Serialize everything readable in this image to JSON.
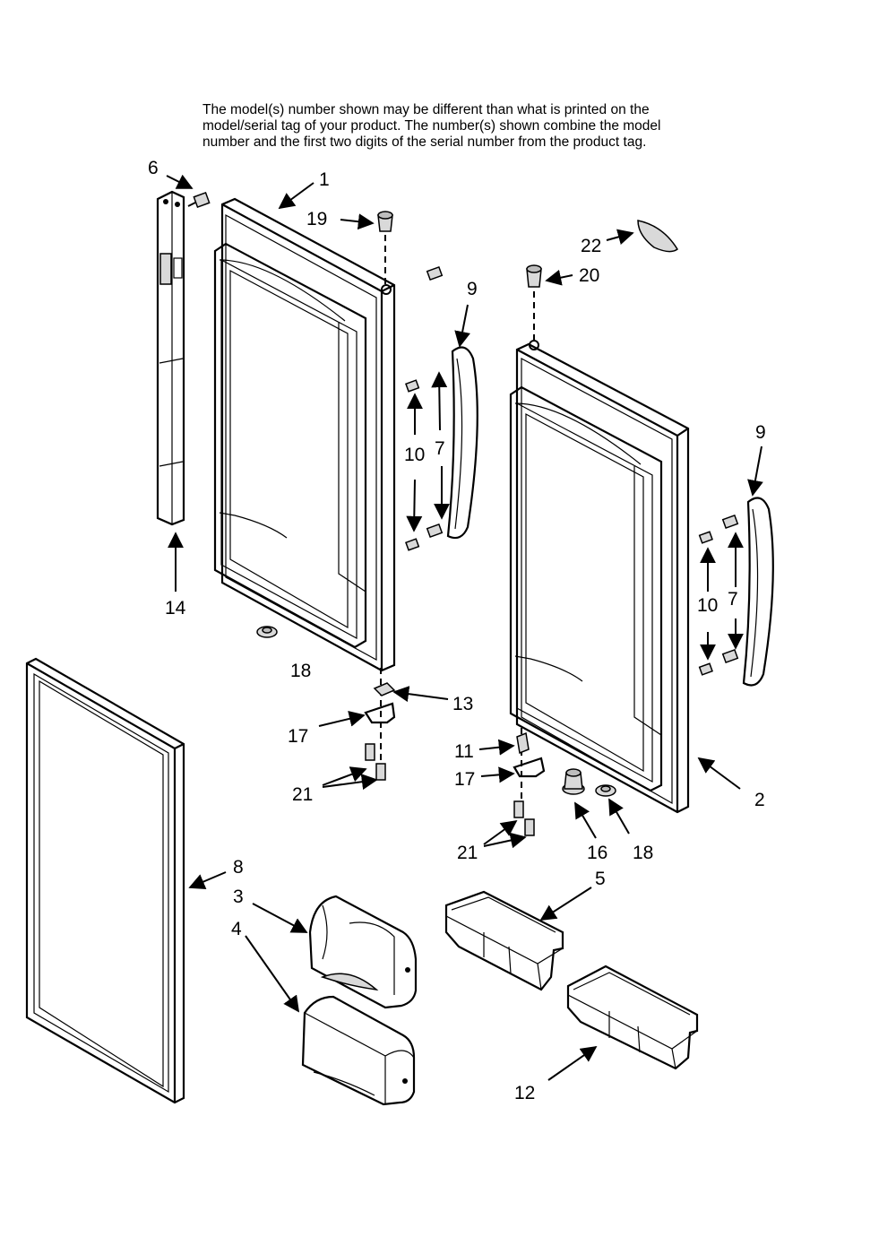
{
  "notice": {
    "line1": "The model(s) number shown may be different than what is printed on the",
    "line2": "model/serial tag of your product. The number(s) shown combine the model",
    "line3": "number and the first two digits of the serial number from the product tag."
  },
  "callouts": {
    "c1": "1",
    "c2": "2",
    "c3": "3",
    "c4": "4",
    "c5": "5",
    "c6": "6",
    "c7a": "7",
    "c7b": "7",
    "c8": "8",
    "c9a": "9",
    "c9b": "9",
    "c10a": "10",
    "c10b": "10",
    "c11": "11",
    "c12": "12",
    "c13": "13",
    "c14": "14",
    "c16": "16",
    "c17a": "17",
    "c17b": "17",
    "c18a": "18",
    "c18b": "18",
    "c19": "19",
    "c20": "20",
    "c21a": "21",
    "c21b": "21",
    "c22": "22"
  }
}
